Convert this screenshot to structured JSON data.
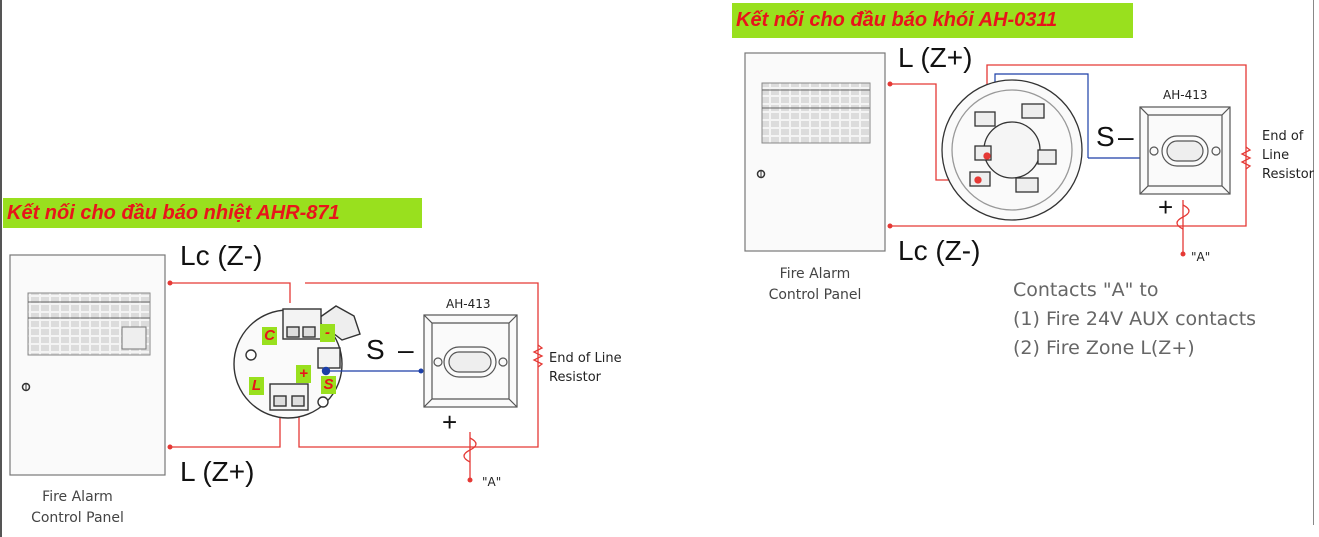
{
  "left_diagram": {
    "title": "Kết nối cho đầu báo nhiệt AHR-871",
    "lc_label": "Lc (Z-)",
    "l_label": "L (Z+)",
    "s_label": "S",
    "minus": "–",
    "plus": "+",
    "module_label": "AH-413",
    "resistor_label_1": "End of Line",
    "resistor_label_2": "Resistor",
    "a_label": "\"A\"",
    "panel_label_1": "Fire Alarm",
    "panel_label_2": "Control Panel",
    "terminal_tags": {
      "c": "C",
      "minus": "-",
      "l": "L",
      "plus": "+",
      "s": "S"
    }
  },
  "right_diagram": {
    "title": "Kết nối cho đầu báo khói AH-0311",
    "l_label": "L (Z+)",
    "lc_label": "Lc (Z-)",
    "s_label": "S",
    "minus": "–",
    "plus": "+",
    "module_label": "AH-413",
    "resistor_label_1": "End of",
    "resistor_label_2": "Line",
    "resistor_label_3": "Resistor",
    "a_label": "\"A\"",
    "panel_label_1": "Fire Alarm",
    "panel_label_2": "Control Panel"
  },
  "contacts_note": {
    "line1": "Contacts \"A\" to",
    "line2": "(1) Fire 24V AUX contacts",
    "line3": "(2) Fire Zone L(Z+)"
  },
  "colors": {
    "wire_red": "#e53935",
    "wire_blue": "#1c3fa8",
    "title_bg": "#99e01e",
    "title_text": "#e8141b"
  }
}
